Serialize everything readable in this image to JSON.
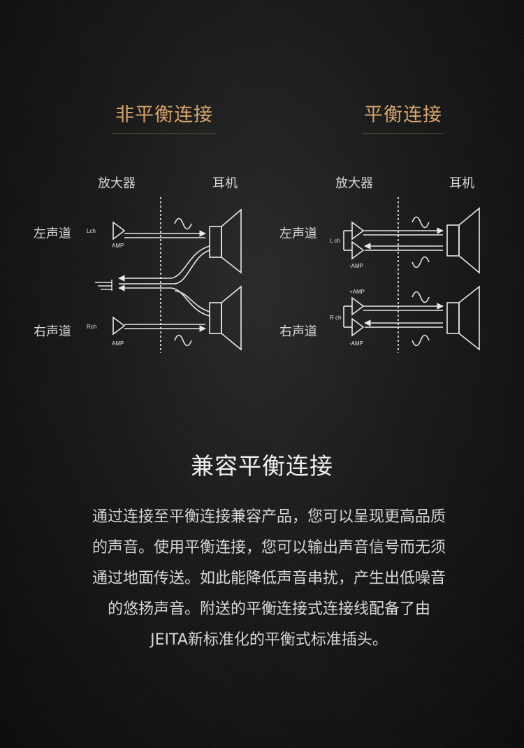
{
  "left_panel": {
    "title": "非平衡连接",
    "amp_label": "放大器",
    "headphone_label": "耳机",
    "left_channel_label": "左声道",
    "right_channel_label": "右声道",
    "lch_tag": "Lch",
    "rch_tag": "Rch",
    "amp_tag": "AMP"
  },
  "right_panel": {
    "title": "平衡连接",
    "amp_label": "放大器",
    "headphone_label": "耳机",
    "left_channel_label": "左声道",
    "right_channel_label": "右声道",
    "lch_tag": "L ch",
    "rch_tag": "R ch",
    "plus_amp_tag": "+AMP",
    "minus_amp_tag": "-AMP"
  },
  "feature": {
    "title": "兼容平衡连接",
    "description_lines": [
      "通过连接至平衡连接兼容产品，您可以呈现更高品质",
      "的声音。使用平衡连接，您可以输出声音信号而无须",
      "通过地面传送。如此能降低声音串扰，产生出低噪音",
      "的悠扬声音。附送的平衡连接式连接线配备了由",
      "JEITA新标准化的平衡式标准插头。"
    ]
  },
  "colors": {
    "title_accent": "#d6a46a",
    "line": "#e8e8e8"
  }
}
